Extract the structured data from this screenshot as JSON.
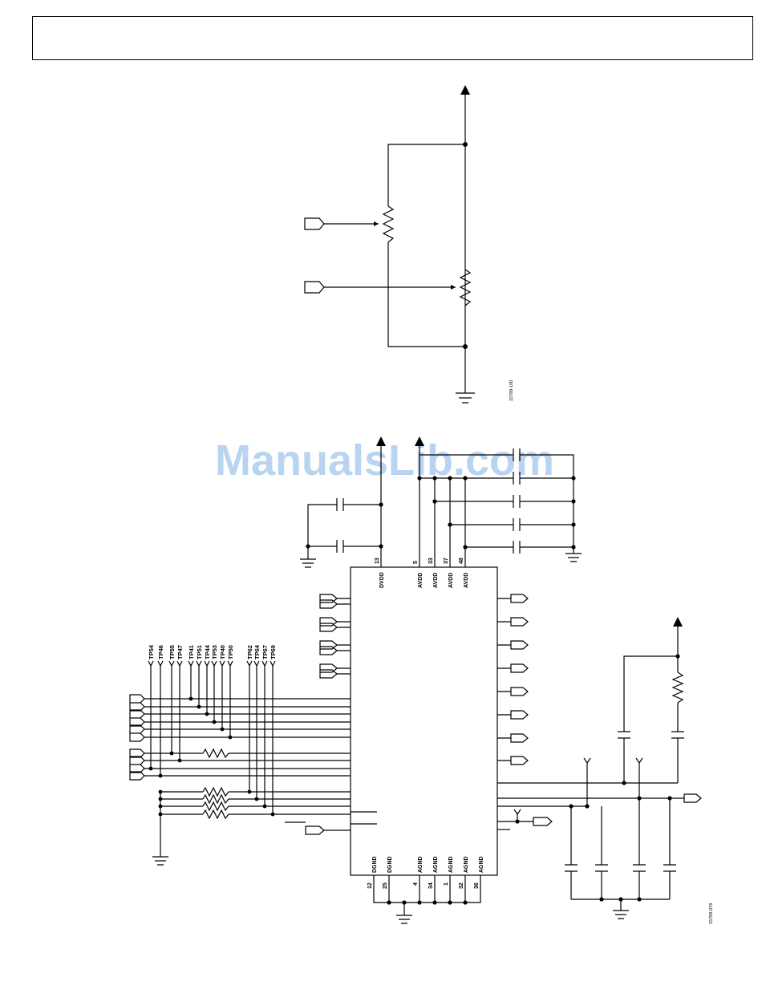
{
  "watermark": "ManualsLib.com",
  "figures": [
    {
      "id": "15789-100"
    },
    {
      "id": "15789-078"
    }
  ],
  "ic": {
    "top_pins": [
      {
        "name": "DVDD",
        "num": "13"
      },
      {
        "name": "AVDD",
        "num": "5"
      },
      {
        "name": "AVDD",
        "num": "33"
      },
      {
        "name": "AVDD",
        "num": "37"
      },
      {
        "name": "AVDD",
        "num": "48"
      }
    ],
    "bottom_pins": [
      {
        "name": "DGND",
        "num": "12"
      },
      {
        "name": "DGND",
        "num": "25"
      },
      {
        "name": "AGND",
        "num": "4"
      },
      {
        "name": "AGND",
        "num": "34"
      },
      {
        "name": "AGND",
        "num": "1"
      },
      {
        "name": "AGND",
        "num": "32"
      },
      {
        "name": "AGND",
        "num": "36"
      }
    ]
  },
  "test_points": {
    "group1": [
      "TP54",
      "TP46",
      "TP55",
      "TP47",
      "TP41",
      "TP51",
      "TP44",
      "TP53",
      "TP40",
      "TP50"
    ],
    "group2": [
      "TP62",
      "TP64",
      "TP67",
      "TP69"
    ]
  }
}
